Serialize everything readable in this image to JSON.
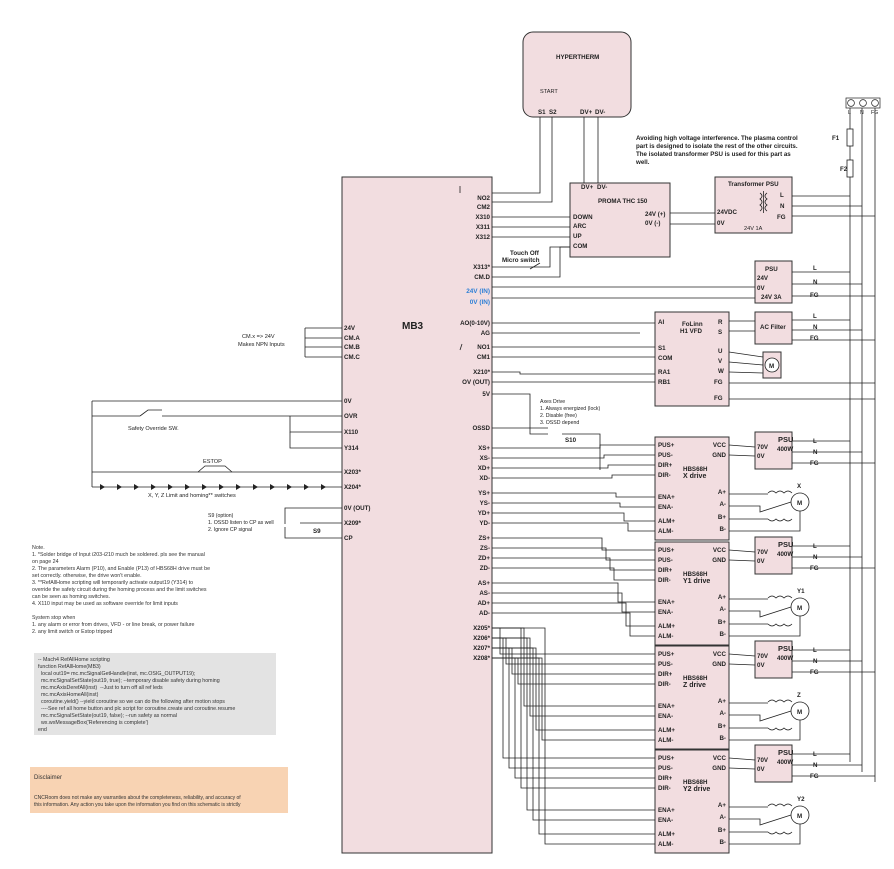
{
  "hypertherm": {
    "title": "HYPERTHERM",
    "start": "START",
    "s1": "S1",
    "s2": "S2",
    "dvp": "DV+",
    "dvm": "DV-"
  },
  "proma": {
    "title": "PROMA THC 150",
    "dvp": "DV+",
    "dvm": "DV-",
    "down": "DOWN",
    "arc": "ARC",
    "up": "UP",
    "com": "COM",
    "v24": "24V (+)",
    "v0": "0V (-)"
  },
  "touchoff": {
    "line1": "Touch Off",
    "line2": "Micro switch"
  },
  "interference_note": [
    "Avoiding high voltage interference. The plasma control",
    "part is designed to isolate the rest of the other circuits.",
    "The isolated transformer PSU is used for this part as",
    "well."
  ],
  "transformer": {
    "title": "Transformer PSU",
    "v24dc": "24VDC",
    "v0": "0V",
    "rating": "24V 1A",
    "l": "L",
    "n": "N",
    "fg": "FG"
  },
  "fuses": {
    "f1": "F1",
    "f2": "F2"
  },
  "terminal_labels": [
    "L",
    "N",
    "FG"
  ],
  "psu_main": {
    "title": "PSU",
    "v24": "24V",
    "v0": "0V",
    "rating": "24V 3A",
    "l": "L",
    "n": "N",
    "fg": "FG"
  },
  "vfd": {
    "title1": "FoLinn",
    "title2": "H1 VFD",
    "ai": "AI",
    "r": "R",
    "s": "S",
    "s1": "S1",
    "com": "COM",
    "ra1": "RA1",
    "rb1": "RB1",
    "u": "U",
    "v": "V",
    "w": "W",
    "fg": "FG",
    "fg2": "FG"
  },
  "acfilter": {
    "title": "AC Filter",
    "l": "L",
    "n": "N",
    "fg": "FG"
  },
  "motor": {
    "m": "M"
  },
  "mb3": {
    "title": "MB3",
    "left_pins": [
      "24V",
      "CM.A",
      "CM.B",
      "CM.C",
      "0V",
      "OVR",
      "X110",
      "Y314",
      "X203*",
      "X204*",
      "0V (OUT)",
      "X209*",
      "CP"
    ],
    "right_pins": [
      "NO2",
      "CM2",
      "X310",
      "X311",
      "X312",
      "X313*",
      "CM.D",
      "24V (IN)",
      "0V (IN)",
      "AO(0-10V)",
      "AG",
      "NO1",
      "CM1",
      "X210*",
      "OV (OUT)",
      "5V",
      "OSSD",
      "XS+",
      "XS-",
      "XD+",
      "XD-",
      "YS+",
      "YS-",
      "YD+",
      "YD-",
      "ZS+",
      "ZS-",
      "ZD+",
      "ZD-",
      "AS+",
      "AS-",
      "AD+",
      "AD-",
      "X205*",
      "X206*",
      "X207*",
      "X208*"
    ]
  },
  "left_labels": {
    "cmx": "CM.x => 24V",
    "npn": "Makes NPN Inputs",
    "override": "Safety Override SW.",
    "estop": "ESTOP",
    "limits": "X, Y, Z Limit and homing** switches",
    "s9_lines": [
      "S9 (option)",
      "1. OSSD listen to CP as well",
      "2. Ignore CP signal"
    ],
    "s9": "S9"
  },
  "axes_drive": {
    "lines": [
      "Axes Drive",
      "1. Always energized (lock)",
      "2. Disable (free)",
      "3. OSSD depend"
    ],
    "s10": "S10"
  },
  "drives": [
    {
      "name": "HBS68H",
      "label": "X drive",
      "motor_label": "X",
      "psu": "PSU",
      "psu_w": "400W"
    },
    {
      "name": "HBS68H",
      "label": "Y1 drive",
      "motor_label": "Y1",
      "psu": "PSU",
      "psu_w": "400W"
    },
    {
      "name": "HBS68H",
      "label": "Z drive",
      "motor_label": "Z",
      "psu": "PSU",
      "psu_w": "400W"
    },
    {
      "name": "HBS68H",
      "label": "Y2 drive",
      "motor_label": "Y2",
      "psu": "PSU",
      "psu_w": "400W"
    }
  ],
  "drive_pins": {
    "left": [
      "PUS+",
      "PUS-",
      "DIR+",
      "DIR-",
      "ENA+",
      "ENA-",
      "ALM+",
      "ALM-"
    ],
    "right": [
      "VCC",
      "GND",
      "A+",
      "A-",
      "B+",
      "B-"
    ],
    "psu_pins": [
      "70V",
      "0V"
    ],
    "psu_out": [
      "L",
      "N",
      "FG"
    ]
  },
  "notes": "Note.\n1. *Solder bridge of Input i203-i210 much be soldered. pls see the manual\non page 24\n2. The parameters Alarm (P10), and Enable (P13) of HBS68H drive must be\nset correctly. otherwise, the drive won't enable.\n3. **RefAllHome scripting will temporarily activate output19 (Y314) to\noverride the safety circuit during the homing process and the limit switches\ncan be seen as homing switches.\n4. X110 input may be used as software override for limit inputs\n\nSystem stop when\n1. any alarm or error from drives, VFD - or line break, or power failure\n2. any limit switch or Estop tripped",
  "script": "-- Mach4 RefAllHome scripting\nfunction RefAllHome(MB3)\n  local out19= mc.mcSignalGetHandle(inst, mc.OSIG_OUTPUT19);\n  mc.mcSignalSetState(out19, true); --temporary disable safety during homing\n  mc.mcAxisDerefAll(inst)  --Just to turn off all ref leds\n  mc.mcAxisHomeAll(inst)\n  coroutine.yield() --yield coroutine so we can do the following after motion stops\n  ----See ref all home button and plc script for coroutine.create and coroutine.resume\n  mc.mcSignalSetState(out19, false); --run safety as normal\n  wx.wxMessageBox('Referencing is complete')\nend",
  "disclaimer": {
    "title": "Disclaimer",
    "text": "CNCRoom does not make any warranties about the completeness, reliability, and accuracy of\nthis information. Any action you take upon the information you find on this schematic is strictly"
  }
}
